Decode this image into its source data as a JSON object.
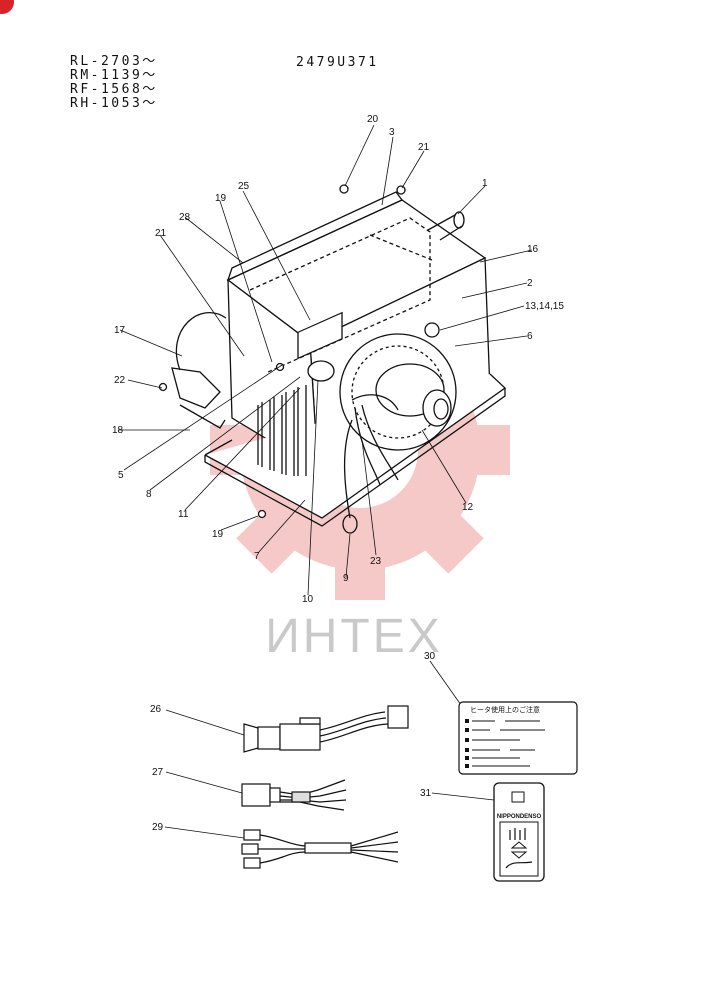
{
  "header": {
    "serials": [
      "RL-2703〜",
      "RM-1139〜",
      "RF-1568〜",
      "RH-1053〜"
    ],
    "model_code": "2479U371"
  },
  "watermark": {
    "text": "ИНТЕХ"
  },
  "colors": {
    "line": "#111111",
    "watermark": "#f4b8b8",
    "watermark_text": "#c9c9c9",
    "badge": "#d8232a"
  },
  "callouts": {
    "c1": "1",
    "c2": "2",
    "c3": "3",
    "c5": "5",
    "c6": "6",
    "c7": "7",
    "c8": "8",
    "c9": "9",
    "c10": "10",
    "c11": "11",
    "c12": "12",
    "c13": "13,14,15",
    "c16": "16",
    "c17": "17",
    "c18": "18",
    "c19a": "19",
    "c19b": "19",
    "c20": "20",
    "c21a": "21",
    "c21b": "21",
    "c22": "22",
    "c23": "23",
    "c25": "25",
    "c26": "26",
    "c27": "27",
    "c28": "28",
    "c29": "29",
    "c30": "30",
    "c31": "31"
  },
  "labels": {
    "caution_title": "ヒータ使用上のご注意",
    "brand": "NIPPONDENSO"
  }
}
